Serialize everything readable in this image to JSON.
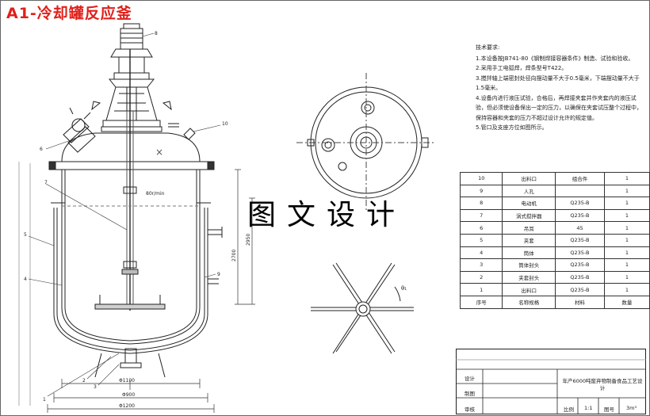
{
  "title": "A1-冷却罐反应釜",
  "watermark": "图文设计",
  "technical_requirements": {
    "heading": "技术要求:",
    "lines": [
      "1.本设备按JB741-80《钢制焊接容器条件》制造、试验和验收。",
      "2.采用手工电弧焊，焊条型号T422。",
      "3.搅拌轴上端密封处径向摆动量不大于0.5毫米，下端摆动量不大于1.5毫米。",
      "4.设备内进行液压试验，合格后，再焊接夹套并作夹套内的液压试验，但必须使设备保出一定的压力，以确保在夹套试压整个过程中，保持容器和夹套的压力不超过设计允许的规定值。",
      "5.管口及支座方位如图所示。"
    ]
  },
  "parts_table": {
    "rows": [
      {
        "no": "10",
        "name": "出料口",
        "material": "组合件",
        "qty": "1"
      },
      {
        "no": "9",
        "name": "人孔",
        "material": "",
        "qty": "1"
      },
      {
        "no": "8",
        "name": "电动机",
        "material": "Q235-B",
        "qty": "1"
      },
      {
        "no": "7",
        "name": "涡式搅拌器",
        "material": "Q235-B",
        "qty": "1"
      },
      {
        "no": "6",
        "name": "吊耳",
        "material": "45",
        "qty": "1"
      },
      {
        "no": "5",
        "name": "夹套",
        "material": "Q235-B",
        "qty": "1"
      },
      {
        "no": "4",
        "name": "筒体",
        "material": "Q235-B",
        "qty": "1"
      },
      {
        "no": "3",
        "name": "筒体封头",
        "material": "Q235-B",
        "qty": "1"
      },
      {
        "no": "2",
        "name": "夹套封头",
        "material": "Q235-B",
        "qty": "1"
      },
      {
        "no": "1",
        "name": "出料口",
        "material": "Q235-B",
        "qty": "1"
      }
    ],
    "header": {
      "no": "序号",
      "name": "名称规格",
      "material": "材料",
      "qty": "数量"
    }
  },
  "title_block": {
    "design": "设计",
    "draw": "制图",
    "review": "审核",
    "product": "年产6000吨废弃物制备食品工艺设计",
    "scale_label": "比例",
    "scale": "1:1",
    "drawing_no_label": "图号",
    "drawing_no": "3m³"
  },
  "dimension_labels": {
    "speed": "80r/min",
    "h_inner": "2700",
    "h_outer": "2950",
    "d_bottom": "Φ1100",
    "d_inner": "Φ900",
    "d_outer": "Φ1200",
    "angle": "θ₁"
  },
  "callouts": [
    "1",
    "2",
    "3",
    "4",
    "5",
    "6",
    "7",
    "8",
    "9",
    "10"
  ]
}
